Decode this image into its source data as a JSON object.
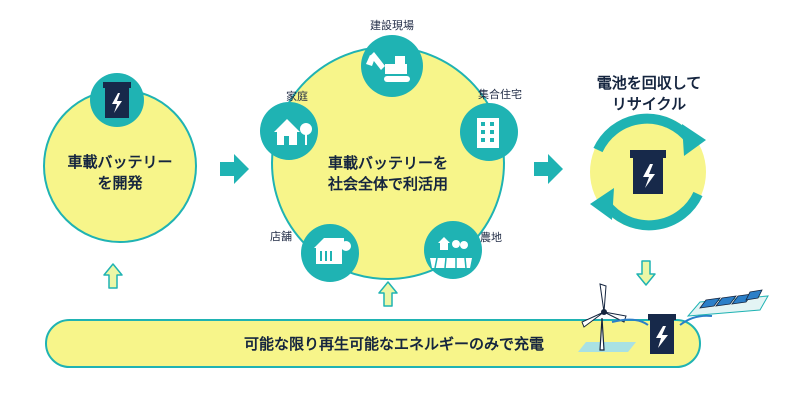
{
  "colors": {
    "yellow": "#f7f58a",
    "teal": "#1fb3b3",
    "navy": "#17294a",
    "light_green": "#ecf7a6",
    "blue": "#2b7fc8"
  },
  "stage1": {
    "line1": "車載バッテリー",
    "line2": "を開発",
    "icon": "battery-icon"
  },
  "stage2": {
    "line1": "車載バッテリーを",
    "line2": "社会全体で利活用",
    "nodes": {
      "construction": "建設現場",
      "apartment": "集合住宅",
      "home": "家庭",
      "store": "店舗",
      "farm": "農地"
    }
  },
  "stage3": {
    "line1": "電池を回収して",
    "line2": "リサイクル",
    "icon": "recycle-battery-icon"
  },
  "bottom_bar": {
    "text": "可能な限り再生可能なエネルギーのみで充電"
  }
}
